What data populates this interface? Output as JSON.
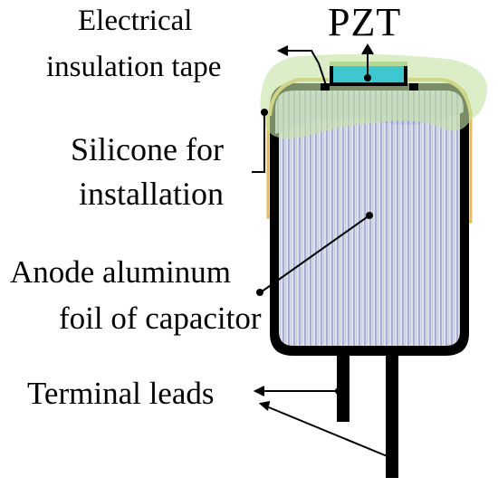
{
  "labels": {
    "electrical_tape_line1": "Electrical",
    "electrical_tape_line2": "insulation tape",
    "pzt": "PZT",
    "silicone_line1": "Silicone for",
    "silicone_line2": "installation",
    "anode_line1": "Anode aluminum",
    "anode_line2": "foil of capacitor",
    "terminal_leads": "Terminal leads"
  },
  "colors": {
    "silicone_fill": "#cfe6b4",
    "tape": "#e8c45a",
    "pzt_fill": "#3fc7cf",
    "can_outline": "#000000",
    "foil_fill": "#d3d8ec",
    "foil_stripes": "#9aa4c8"
  }
}
